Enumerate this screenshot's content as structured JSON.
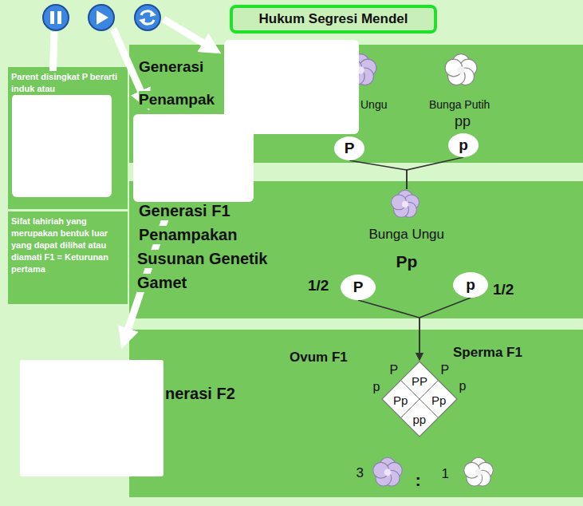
{
  "diagram": {
    "title": "Hukum Segresi Mendel",
    "nodes": [
      {
        "text": [
          "Parent disingkat P berarti induk atau"
        ]
      },
      {
        "text": [
          "Sifat lahiriah yang merupakan bentuk luar yang dapat dilihat atau diamati F1 = Keturunan pertama"
        ]
      },
      {
        "text": [
          "Generasi",
          "Penampak",
          "Ungu",
          "Bunga Putih",
          "pp"
        ]
      },
      {
        "text": [
          "P"
        ],
        "in": 2
      },
      {
        "text": [
          "p"
        ],
        "in": 2
      },
      {
        "text": [
          "Generasi F1",
          "Penampakan",
          "Susunan Genetik",
          "Gamet"
        ]
      },
      {
        "text": [
          "Bunga Ungu",
          "Pp"
        ],
        "in": 5
      },
      {
        "text": [
          "P"
        ],
        "in": 5
      },
      {
        "text": [
          "p"
        ],
        "in": 5
      },
      {
        "text": [
          "nerasi F2",
          "Ovum F1",
          "Sperma F1"
        ]
      },
      {
        "text": [
          "PP",
          "Pp",
          "Pp",
          "pp"
        ],
        "in": 9
      }
    ],
    "edges": [
      {
        "from": 3,
        "to": 6,
        "arrow": "none"
      },
      {
        "from": 4,
        "to": 6,
        "arrow": "none"
      },
      {
        "from": 7,
        "to": 10,
        "arrow": "to"
      },
      {
        "from": 8,
        "to": 10,
        "arrow": "to"
      }
    ],
    "labels": [
      "1/2",
      "1/2",
      "P",
      "P",
      "p",
      "p",
      "3",
      ":",
      "1"
    ]
  }
}
